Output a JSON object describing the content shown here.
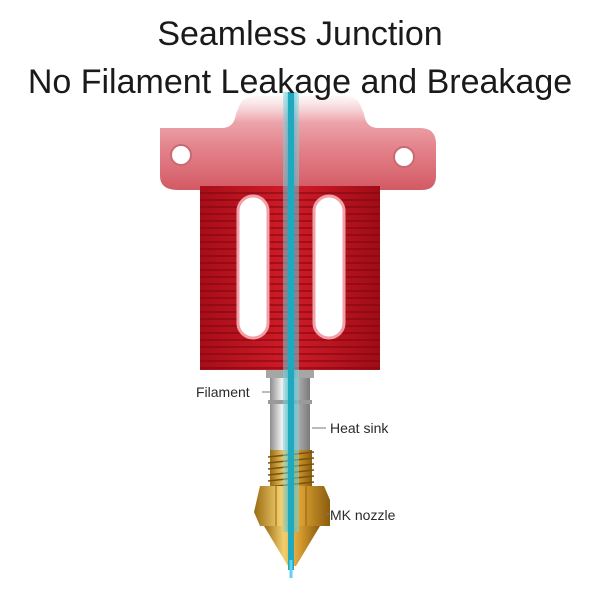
{
  "header": {
    "line1": "Seamless Junction",
    "line2": "No Filament Leakage and Breakage"
  },
  "labels": {
    "filament": "Filament",
    "heat_sink": "Heat sink",
    "nozzle": "MK nozzle"
  },
  "colors": {
    "block_red": "#c4141f",
    "block_red_light": "#e98a92",
    "filament_cyan": "#3fc6d6",
    "brass": "#d7a43a",
    "steel": "#c8c8c8",
    "text": "#1a1a1a"
  }
}
